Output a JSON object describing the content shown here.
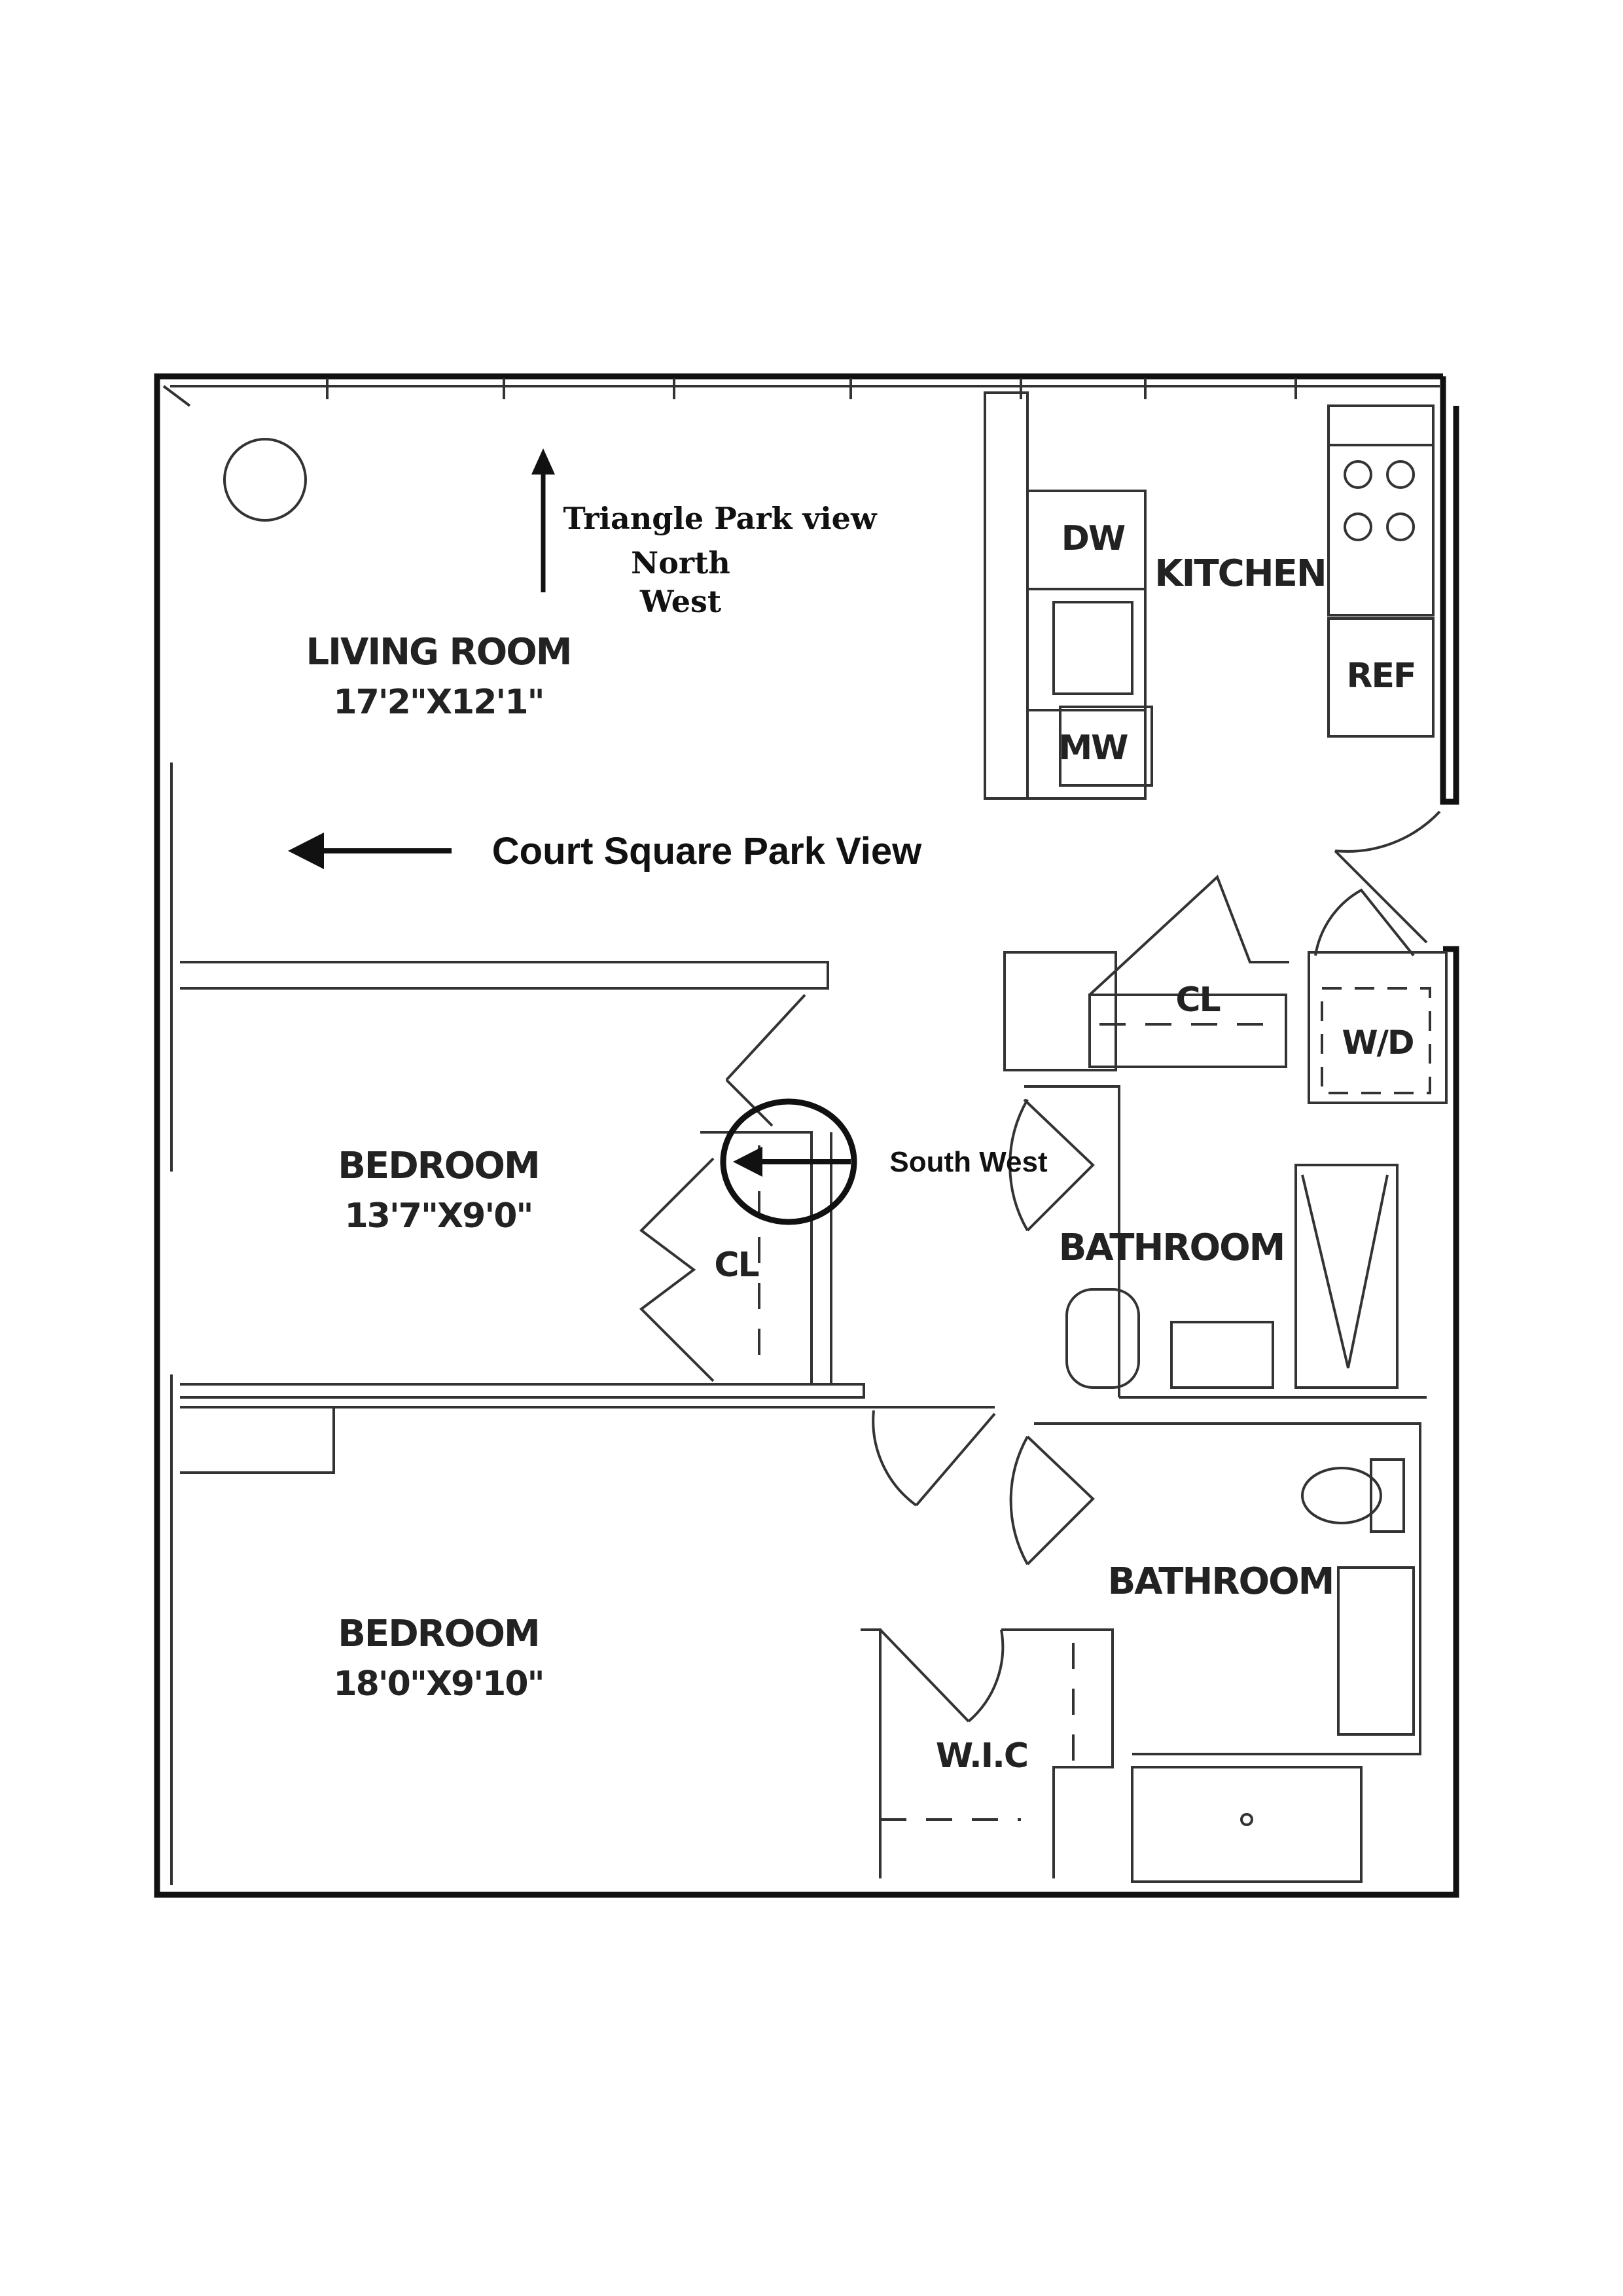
{
  "rooms": {
    "living_room": {
      "name": "LIVING ROOM",
      "dimensions": "17'2\"X12'1\""
    },
    "kitchen": {
      "name": "KITCHEN"
    },
    "bedroom_1": {
      "name": "BEDROOM",
      "dimensions": "13'7\"X9'0\""
    },
    "bedroom_2": {
      "name": "BEDROOM",
      "dimensions": "18'0\"X9'10\""
    },
    "bathroom_1": {
      "name": "BATHROOM"
    },
    "bathroom_2": {
      "name": "BATHROOM"
    },
    "closet_hall": {
      "name": "CL"
    },
    "closet_bedroom": {
      "name": "CL"
    },
    "walk_in_closet": {
      "name": "W.I.C"
    },
    "washer_dryer": {
      "name": "W/D"
    }
  },
  "appliances": {
    "dishwasher": "DW",
    "microwave": "MW",
    "refrigerator": "REF"
  },
  "annotations": {
    "triangle_park": "Triangle Park view",
    "north": "North",
    "west": "West",
    "court_square": "Court Square Park View",
    "south_west": "South West"
  },
  "colors": {
    "wall": "#111111",
    "line": "#333333",
    "background": "#ffffff"
  }
}
